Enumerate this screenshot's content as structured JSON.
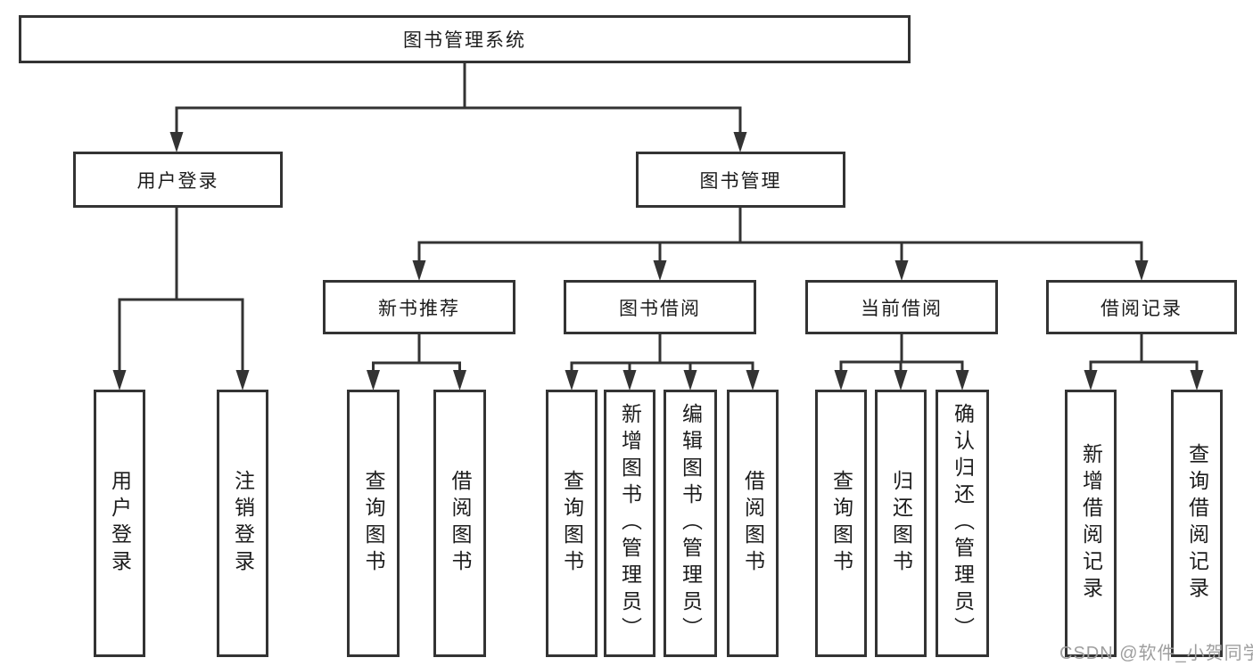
{
  "tree": {
    "label": "图书管理系统",
    "children": [
      {
        "label": "用户登录",
        "children": [
          {
            "label": "用户登录"
          },
          {
            "label": "注销登录"
          }
        ]
      },
      {
        "label": "图书管理",
        "children": [
          {
            "label": "新书推荐",
            "children": [
              {
                "label": "查询图书"
              },
              {
                "label": "借阅图书"
              }
            ]
          },
          {
            "label": "图书借阅",
            "children": [
              {
                "label": "查询图书"
              },
              {
                "label": "新增图书（管理员）"
              },
              {
                "label": "编辑图书（管理员）"
              },
              {
                "label": "借阅图书"
              }
            ]
          },
          {
            "label": "当前借阅",
            "children": [
              {
                "label": "查询图书"
              },
              {
                "label": "归还图书"
              },
              {
                "label": "确认归还（管理员）"
              }
            ]
          },
          {
            "label": "借阅记录",
            "children": [
              {
                "label": "新增借阅记录"
              },
              {
                "label": "查询借阅记录"
              }
            ]
          }
        ]
      }
    ]
  },
  "watermark": {
    "text": "CSDN @软件_小贺同学"
  },
  "colors": {
    "line": "#333333",
    "text": "#1c1c1c",
    "box_bg": "#ffffff",
    "watermark": "#9e9e9e"
  }
}
